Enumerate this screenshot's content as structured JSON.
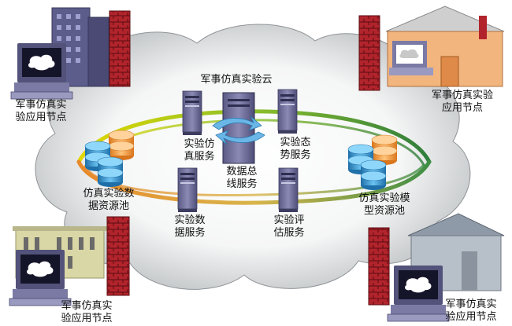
{
  "diagram": {
    "cloud_title": "军事仿真实验云",
    "services": {
      "sim_service": [
        "实验仿",
        "真服务"
      ],
      "situation_service": [
        "实验态",
        "势服务"
      ],
      "data_bus": [
        "数据总",
        "线服务"
      ],
      "data_service": [
        "实验数",
        "据服务"
      ],
      "eval_service": [
        "实验评",
        "估服务"
      ]
    },
    "pools": {
      "sim_data_pool": [
        "仿真实验数",
        "据资源池"
      ],
      "model_pool": [
        "仿真实验模",
        "型资源池"
      ]
    },
    "nodes": {
      "top_left": [
        "军事仿真实",
        "验应用节点"
      ],
      "top_right": [
        "军事仿真实验",
        "应用节点"
      ],
      "bottom_left": [
        "军事仿真实",
        "验应用节点"
      ],
      "bottom_right": [
        "军事仿真实",
        "验应用节点"
      ]
    },
    "colors": {
      "cloud_edge": "#8f9498",
      "cloud_center": "#ffffff",
      "ring_yellow": "#d8d600",
      "ring_green": "#3e8e45",
      "ring_orange": "#e8892c",
      "server": "#6f6f9a",
      "wall": "#b2242c",
      "db_blue": "#3b9bd8",
      "db_orange": "#f3a24a"
    }
  }
}
